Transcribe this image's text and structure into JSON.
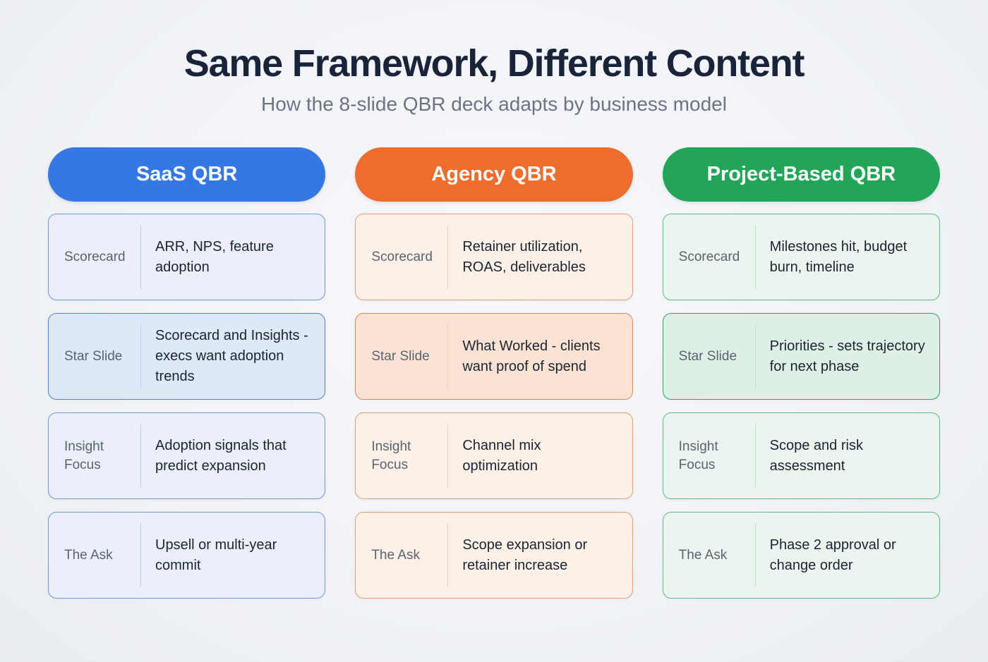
{
  "page": {
    "title": "Same Framework, Different Content",
    "subtitle": "How the 8-slide QBR deck adapts by business model"
  },
  "accents": {
    "saas_blue": "#3577e3",
    "agency_orange": "#ee6d2d",
    "project_green": "#22a558"
  },
  "columns": [
    {
      "header": "SaaS QBR",
      "accent": "#3577e3",
      "rows": [
        {
          "label": "Scorecard",
          "text": "ARR, NPS, feature adoption",
          "highlight": false
        },
        {
          "label": "Star Slide",
          "text": "Scorecard and Insights - execs want adoption trends",
          "highlight": true
        },
        {
          "label": "Insight Focus",
          "text": "Adoption signals that predict expansion",
          "highlight": false
        },
        {
          "label": "The Ask",
          "text": "Upsell or multi-year commit",
          "highlight": false
        }
      ]
    },
    {
      "header": "Agency QBR",
      "accent": "#ee6d2d",
      "rows": [
        {
          "label": "Scorecard",
          "text": "Retainer utilization, ROAS, deliverables",
          "highlight": false
        },
        {
          "label": "Star Slide",
          "text": "What Worked - clients want proof of spend",
          "highlight": true
        },
        {
          "label": "Insight Focus",
          "text": "Channel mix optimization",
          "highlight": false
        },
        {
          "label": "The Ask",
          "text": "Scope expansion or retainer increase",
          "highlight": false
        }
      ]
    },
    {
      "header": "Project-Based QBR",
      "accent": "#22a558",
      "rows": [
        {
          "label": "Scorecard",
          "text": "Milestones hit, budget burn, timeline",
          "highlight": false
        },
        {
          "label": "Star Slide",
          "text": "Priorities - sets trajectory for next phase",
          "highlight": true
        },
        {
          "label": "Insight Focus",
          "text": "Scope and risk assessment",
          "highlight": false
        },
        {
          "label": "The Ask",
          "text": "Phase 2 approval or change order",
          "highlight": false
        }
      ]
    }
  ]
}
